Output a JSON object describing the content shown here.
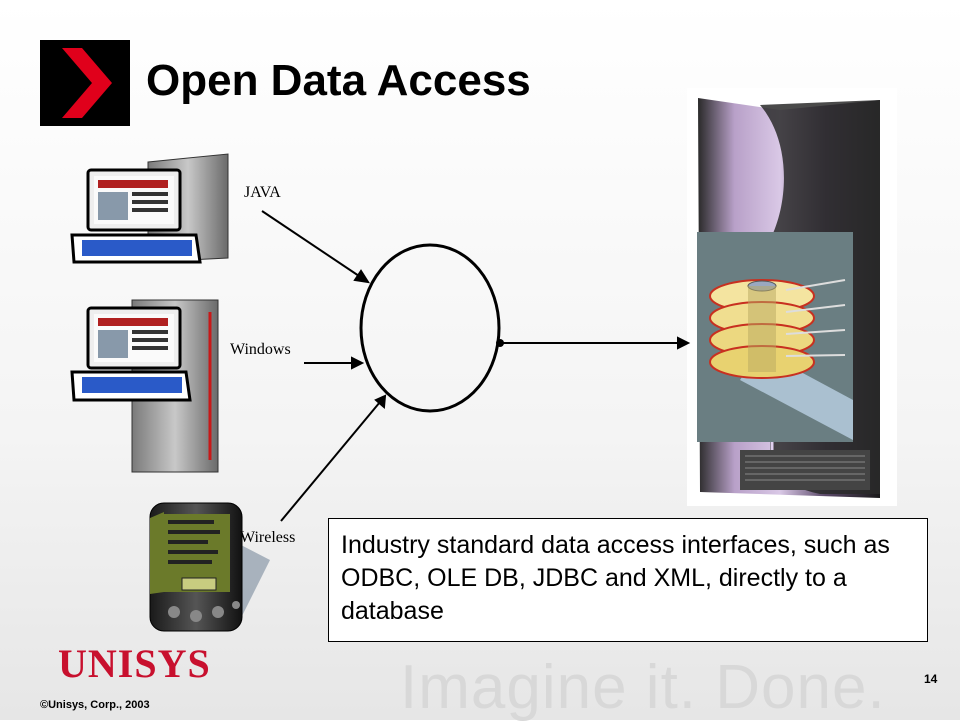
{
  "slide": {
    "title": "Open Data Access",
    "labels": {
      "java": "JAVA",
      "windows": "Windows",
      "wireless": "Wireless"
    },
    "callout": "Industry standard data access interfaces, such as ODBC, OLE DB, JDBC and XML, directly to a database",
    "footer": {
      "brand": "UNISYS",
      "copyright": "©Unisys, Corp., 2003",
      "tagline": "Imagine it.  Done.",
      "page_number": "14"
    }
  },
  "colors": {
    "accent_red": "#c8102e",
    "logo_bg": "#000000",
    "server_purple": "#8a6a9a"
  },
  "icons": [
    "chevron-right-icon",
    "desktop-computer-icon",
    "tower-computer-icon",
    "handheld-pda-icon",
    "mainframe-server-icon",
    "disk-platters-icon"
  ]
}
